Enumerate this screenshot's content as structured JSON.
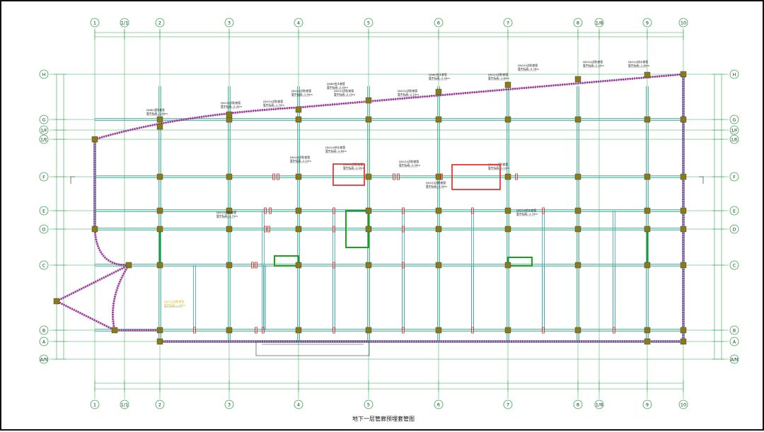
{
  "drawing": {
    "title": "地下一层管廊预埋套管图",
    "col_labels": [
      "1",
      "1/1",
      "2",
      "3",
      "4",
      "5",
      "6",
      "7",
      "8",
      "1/8",
      "9",
      "10"
    ],
    "row_labels": [
      "H",
      "G",
      "1/F",
      "1/E",
      "F",
      "E",
      "D",
      "C",
      "B",
      "A",
      "A/N"
    ],
    "annotations": [
      {
        "text": "DN80消防套管",
        "text2": "管中标高:-1.80m"
      },
      {
        "text": "DN150消防套管",
        "text2": "管中标高:-2.45m"
      },
      {
        "text": "DN150消防套管",
        "text2": "管中标高:-1.70m"
      },
      {
        "text": "DN100消防套管",
        "text2": "管中标高:-1.95m"
      },
      {
        "text": "DN80给水套管",
        "text2": "管中标高:-2.00m"
      },
      {
        "text": "DN150消防套管",
        "text2": "管中标高:-2.10m"
      },
      {
        "text": "DN150消防套管",
        "text2": "管中标高:-2.10m"
      },
      {
        "text": "DN80给水套管",
        "text2": "管中标高:-2.40m"
      },
      {
        "text": "DN100消防套管",
        "text2": "管中标高:-1.80m"
      },
      {
        "text": "DN150消防套管",
        "text2": "管中标高:-0.78m"
      },
      {
        "text": "DN150消防套管",
        "text2": "管中标高:-2.45m"
      },
      {
        "text": "DN100排水套管",
        "text2": "管中标高:-1.85m"
      },
      {
        "text": "DN100消防套管",
        "text2": "管中标高:-2.22m"
      },
      {
        "text": "DN100给水套管",
        "text2": "管中标高:-2.80m"
      },
      {
        "text": "DN150消防套管",
        "text2": "管中标高:-2.05m"
      },
      {
        "text": "DN150消防套管",
        "text2": "管中标高:-2.09m"
      },
      {
        "text": "DN150消防套管",
        "text2": "管中标高:-1.95m"
      },
      {
        "text": "DN100消防套管",
        "text2": "管中标高:-2.12m"
      },
      {
        "text": "DN100消防套管",
        "text2": "管中标高:-1.72m"
      },
      {
        "text": "DN100给水套管",
        "text2": "管中标高:-1.75m"
      },
      {
        "text": "DN100消防套管",
        "text2": "管中标高:-1.85m"
      }
    ]
  },
  "colors": {
    "grid": "#2aa84a",
    "wall": "#b04ab0",
    "column": "#8a7a1a",
    "beam": "#3aa7a7",
    "pipe_cyan": "#22d8e8",
    "pipe_yellow": "#d8b820",
    "highlight": "#e02020",
    "dim": "#2aa84a",
    "green_wall": "#1aa21a"
  }
}
